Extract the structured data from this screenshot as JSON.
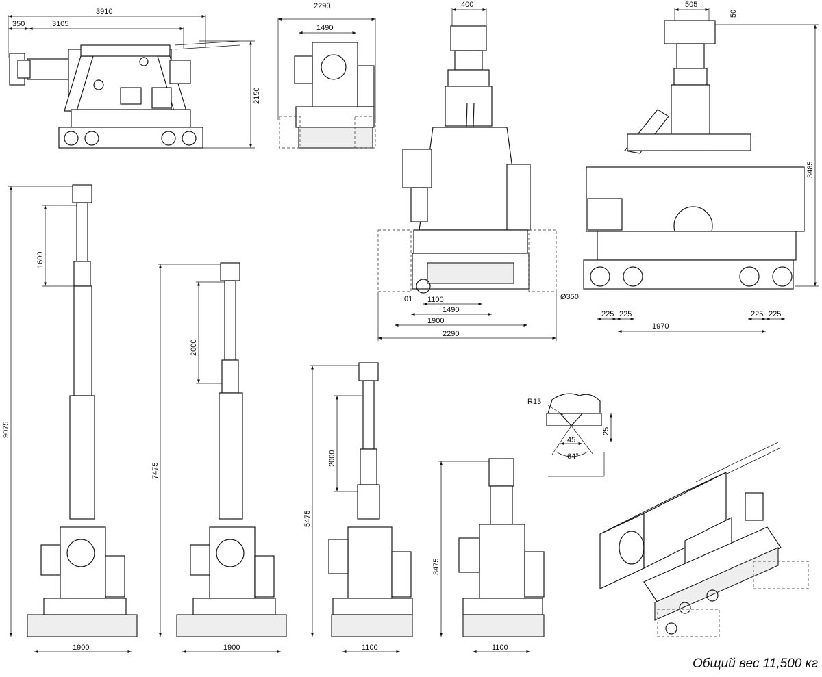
{
  "weight_label": "Общий вес 11,500 кг",
  "side_view": {
    "dims": [
      "3910",
      "350",
      "3105",
      "2150"
    ]
  },
  "front_top": {
    "dims": [
      "2290",
      "1490"
    ]
  },
  "front_main": {
    "dims": [
      "400",
      "1100",
      "1490",
      "1900",
      "2290"
    ],
    "callout": "01"
  },
  "side_main": {
    "dims": [
      "505",
      "50",
      "3485",
      "Ø350",
      "225",
      "225",
      "1970",
      "225",
      "225"
    ]
  },
  "elev_9075": {
    "dims": [
      "9075",
      "1600",
      "1900"
    ]
  },
  "elev_7475": {
    "dims": [
      "7475",
      "2000",
      "1900"
    ]
  },
  "elev_5475": {
    "dims": [
      "5475",
      "2000",
      "1100"
    ]
  },
  "elev_3475": {
    "dims": [
      "3475",
      "1100"
    ]
  },
  "detail": {
    "dims": [
      "R13",
      "45",
      "25",
      "64°"
    ]
  }
}
